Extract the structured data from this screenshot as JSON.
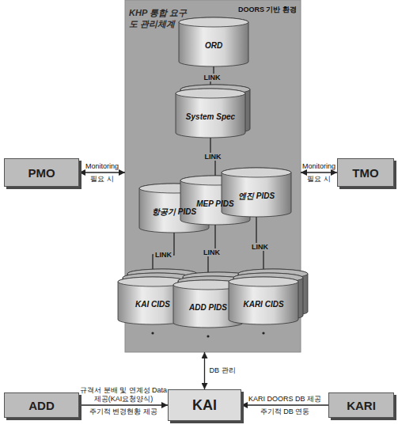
{
  "diagram": {
    "nodes": [
      {
        "text": [
          "KHP 통합 요구도 관리체계",
          "DOORS 기반 환경"
        ]
      },
      {
        "text": [
          "ORD"
        ],
        "in": 0
      },
      {
        "text": [
          "System Spec"
        ],
        "in": 0
      },
      {
        "text": [
          "항공기 PIDS"
        ],
        "in": 0
      },
      {
        "text": [
          "MEP PIDS"
        ],
        "in": 0
      },
      {
        "text": [
          "엔진 PIDS"
        ],
        "in": 0
      },
      {
        "text": [
          "KAI CIDS"
        ],
        "in": 0
      },
      {
        "text": [
          "ADD PIDS"
        ],
        "in": 0
      },
      {
        "text": [
          "KARI CIDS"
        ],
        "in": 0
      },
      {
        "text": [
          "PMO"
        ]
      },
      {
        "text": [
          "TMO"
        ]
      },
      {
        "text": [
          "ADD"
        ]
      },
      {
        "text": [
          "KAI"
        ]
      },
      {
        "text": [
          "KARI"
        ]
      }
    ],
    "edges": [
      {
        "from": 1,
        "to": 2,
        "label": "LINK",
        "arrow": "none"
      },
      {
        "from": 2,
        "to": 4,
        "label": "LINK",
        "arrow": "none"
      },
      {
        "from": 3,
        "to": 6,
        "label": "LINK",
        "arrow": "none"
      },
      {
        "from": 4,
        "to": 7,
        "label": "LINK",
        "arrow": "none"
      },
      {
        "from": 5,
        "to": 8,
        "label": "LINK",
        "arrow": "none"
      },
      {
        "from": 9,
        "to": 0,
        "label": "Monitoring",
        "arrow": "both"
      },
      {
        "from": 0,
        "to": 10,
        "label": "Monitoring",
        "arrow": "both"
      },
      {
        "from": 12,
        "to": 0,
        "label": "DB 관리",
        "arrow": "both"
      },
      {
        "from": 11,
        "to": 12,
        "label": "규격서 분배 및 연계성 Data 제공(KAI요청양식)",
        "arrow": "to"
      },
      {
        "from": 13,
        "to": 12,
        "label": "KARI DOORS DB 제공",
        "arrow": "to"
      }
    ],
    "labels": [
      "필요 시",
      "필요 시",
      "주기적 변경현황 제공",
      "주기적 DB 연동"
    ]
  }
}
